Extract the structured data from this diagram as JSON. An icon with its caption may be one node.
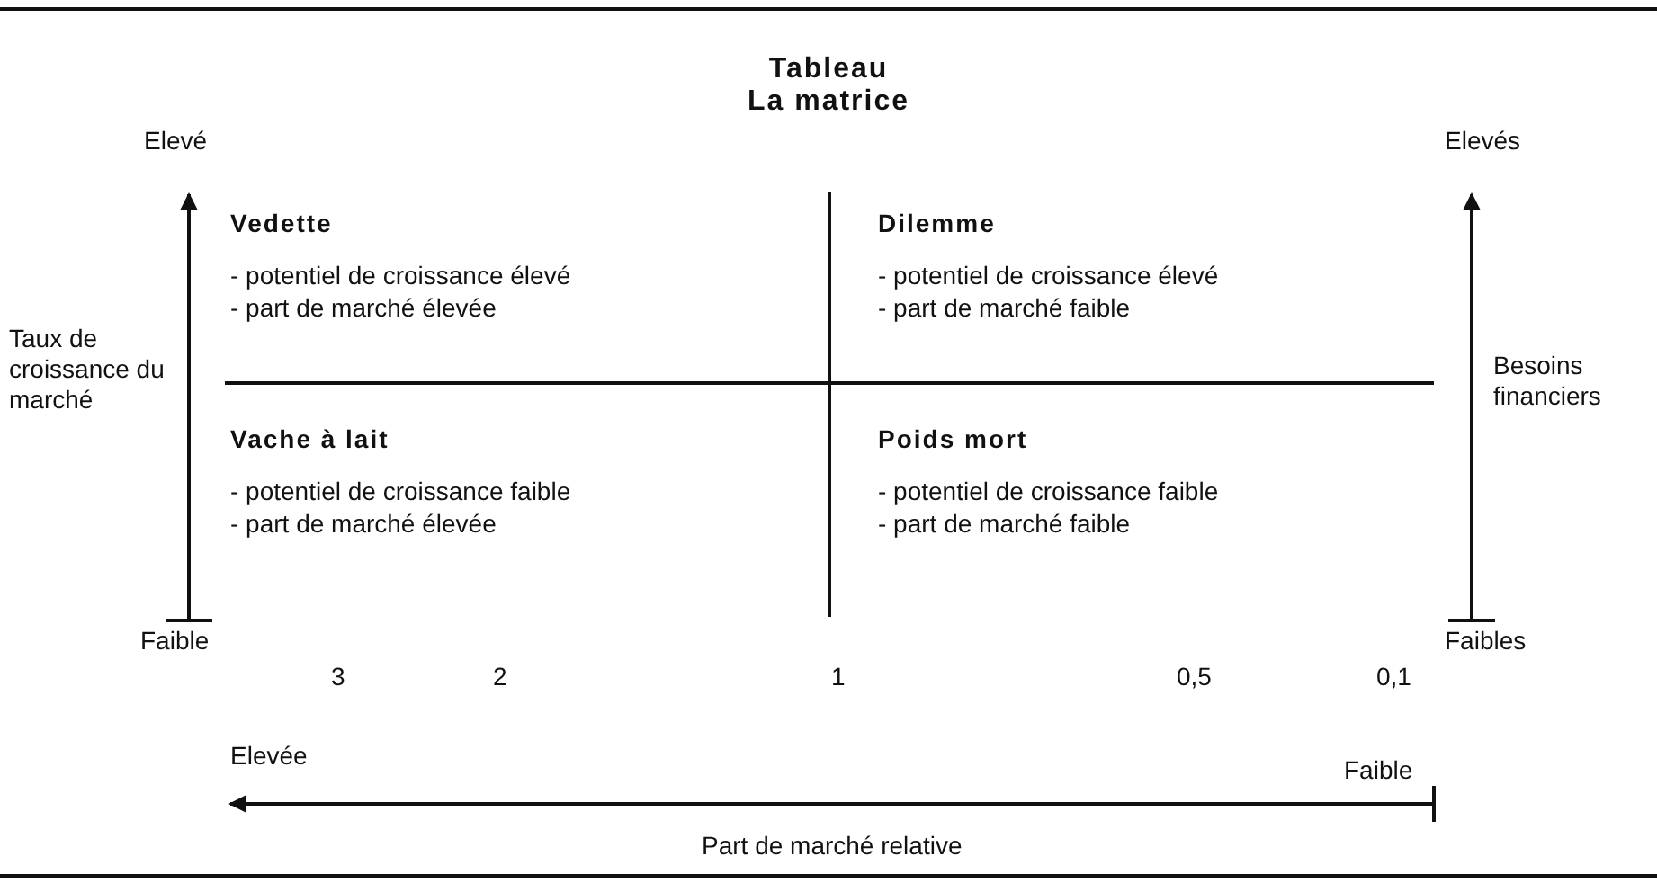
{
  "diagram": {
    "title": "Tableau",
    "nodes": [
      {
        "text": [
          "Vedette",
          "- potentiel de croissance élevé",
          "- part de marché élevée"
        ]
      },
      {
        "text": [
          "Dilemme",
          "- potentiel de croissance élevé",
          "- part de marché faible"
        ]
      },
      {
        "text": [
          "Vache à lait",
          "- potentiel de croissance faible",
          "- part de marché élevée"
        ]
      },
      {
        "text": [
          "Poids mort",
          "- potentiel de croissance faible",
          "- part de marché faible"
        ]
      }
    ],
    "labels": [
      "La matrice",
      "Elevé",
      "Elevés",
      "Taux de croissance du marché",
      "Besoins financiers",
      "Faible",
      "Faibles",
      "3",
      "2",
      "1",
      "0,5",
      "0,1",
      "Elevée",
      "Faible",
      "Part de marché relative"
    ]
  }
}
